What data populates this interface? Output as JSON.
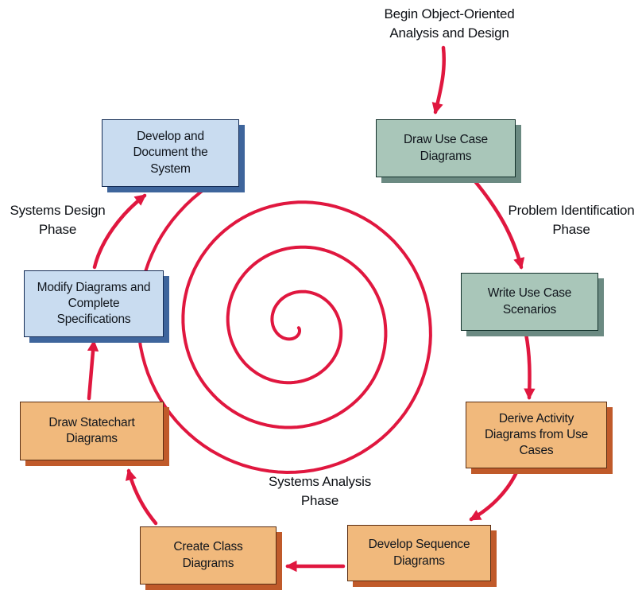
{
  "title": "Object-Oriented Analysis and Design Cycle Diagram",
  "colors": {
    "red": "#e0173f",
    "text": "#10151c",
    "teal-fill": "#a9c6b9",
    "teal-border": "#13312b",
    "teal-shadow": "#6b8a82",
    "blue-fill": "#c9dcf0",
    "blue-border": "#142c55",
    "blue-shadow": "#3e659c",
    "orange-fill": "#f1b97c",
    "orange-border": "#5a2d12",
    "orange-shadow": "#c05a2a"
  },
  "annotations": {
    "begin": "Begin Object-Oriented\nAnalysis and Design",
    "problem_identification": "Problem Identification\nPhase",
    "systems_design": "Systems Design\nPhase",
    "systems_analysis": "Systems Analysis\nPhase"
  },
  "boxes": [
    {
      "id": "draw-use-case-diagrams",
      "label": "Draw Use Case\nDiagrams",
      "color": "teal"
    },
    {
      "id": "write-use-case-scenarios",
      "label": "Write Use Case\nScenarios",
      "color": "teal"
    },
    {
      "id": "derive-activity-diagrams",
      "label": "Derive Activity\nDiagrams from Use\nCases",
      "color": "orange"
    },
    {
      "id": "develop-sequence-diagrams",
      "label": "Develop Sequence\nDiagrams",
      "color": "orange"
    },
    {
      "id": "create-class-diagrams",
      "label": "Create Class\nDiagrams",
      "color": "orange"
    },
    {
      "id": "draw-statechart-diagrams",
      "label": "Draw Statechart\nDiagrams",
      "color": "orange"
    },
    {
      "id": "modify-diagrams",
      "label": "Modify Diagrams and\nComplete\nSpecifications",
      "color": "blue"
    },
    {
      "id": "develop-document-system",
      "label": "Develop and\nDocument the\nSystem",
      "color": "blue"
    }
  ]
}
